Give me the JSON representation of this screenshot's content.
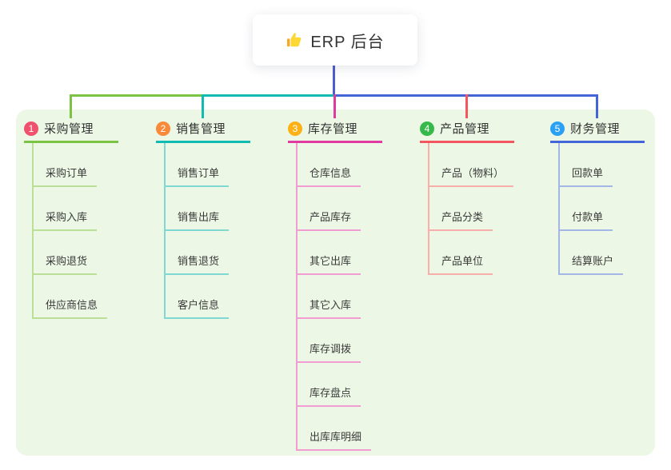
{
  "root": {
    "title": "ERP 后台",
    "icon": "thumbs-up-icon"
  },
  "branches": [
    {
      "index": "1",
      "label": "采购管理",
      "color": "#7cc243",
      "light_color": "#bbdf96",
      "badge_color": "#f0516c",
      "children": [
        "采购订单",
        "采购入库",
        "采购退货",
        "供应商信息"
      ]
    },
    {
      "index": "2",
      "label": "销售管理",
      "color": "#10bcb2",
      "light_color": "#7fd8d1",
      "badge_color": "#f98a3a",
      "children": [
        "销售订单",
        "销售出库",
        "销售退货",
        "客户信息"
      ]
    },
    {
      "index": "3",
      "label": "库存管理",
      "color": "#e0399f",
      "light_color": "#f19dd1",
      "badge_color": "#fcb116",
      "children": [
        "仓库信息",
        "产品库存",
        "其它出库",
        "其它入库",
        "库存调拨",
        "库存盘点",
        "出库库明细"
      ]
    },
    {
      "index": "4",
      "label": "产品管理",
      "color": "#f5555e",
      "light_color": "#f8aeab",
      "badge_color": "#35b94a",
      "children": [
        "产品（物料）",
        "产品分类",
        "产品单位"
      ]
    },
    {
      "index": "5",
      "label": "财务管理",
      "color": "#4365d8",
      "light_color": "#a4b6e6",
      "badge_color": "#2aa1f2",
      "children": [
        "回款单",
        "付款单",
        "结算账户"
      ]
    }
  ],
  "colors": {
    "root_connector": "#4f5bd0",
    "panel_background": "#ecf7e5"
  }
}
